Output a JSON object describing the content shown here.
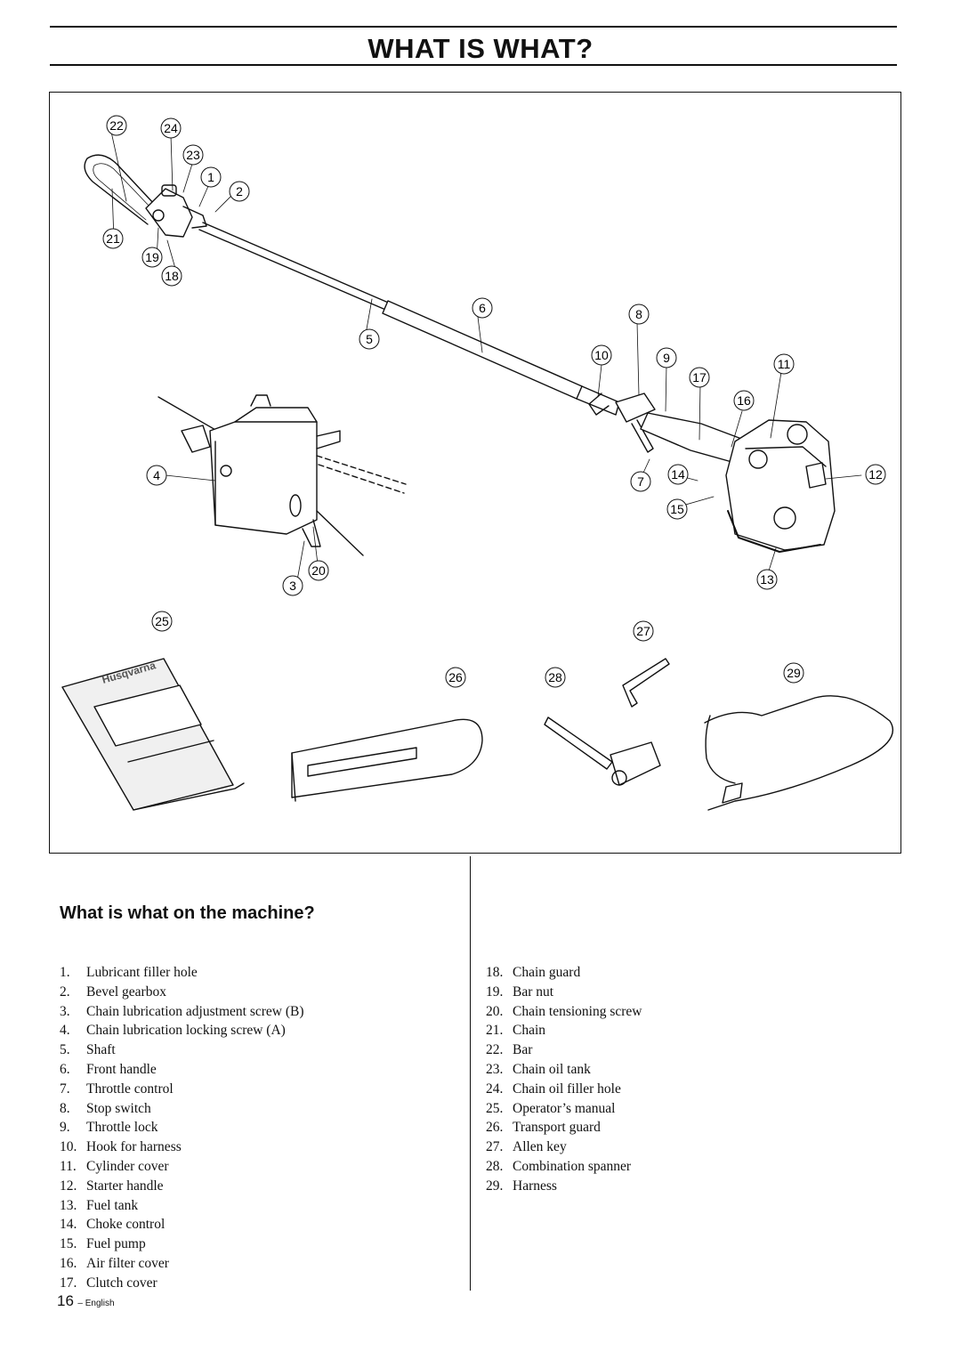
{
  "header": {
    "title": "WHAT IS WHAT?"
  },
  "figure": {
    "callouts": [
      "22",
      "24",
      "23",
      "1",
      "2",
      "21",
      "19",
      "18",
      "6",
      "8",
      "5",
      "10",
      "9",
      "11",
      "17",
      "16",
      "4",
      "7",
      "14",
      "12",
      "15",
      "3",
      "20",
      "13",
      "25",
      "27",
      "26",
      "28",
      "29"
    ],
    "manual_brand": "Husqvarna"
  },
  "section": {
    "heading": "What is what on the machine?"
  },
  "parts_left": [
    {
      "num": "1.",
      "label": "Lubricant filler hole"
    },
    {
      "num": "2.",
      "label": "Bevel gearbox"
    },
    {
      "num": "3.",
      "label": "Chain lubrication adjustment screw (B)"
    },
    {
      "num": "4.",
      "label": "Chain lubrication locking screw (A)"
    },
    {
      "num": "5.",
      "label": "Shaft"
    },
    {
      "num": "6.",
      "label": "Front handle"
    },
    {
      "num": "7.",
      "label": "Throttle control"
    },
    {
      "num": "8.",
      "label": "Stop switch"
    },
    {
      "num": "9.",
      "label": "Throttle lock"
    },
    {
      "num": "10.",
      "label": "Hook for harness"
    },
    {
      "num": "11.",
      "label": "Cylinder cover"
    },
    {
      "num": "12.",
      "label": "Starter handle"
    },
    {
      "num": "13.",
      "label": "Fuel tank"
    },
    {
      "num": "14.",
      "label": "Choke control"
    },
    {
      "num": "15.",
      "label": "Fuel pump"
    },
    {
      "num": "16.",
      "label": "Air filter cover"
    },
    {
      "num": "17.",
      "label": "Clutch cover"
    }
  ],
  "parts_right": [
    {
      "num": "18.",
      "label": "Chain guard"
    },
    {
      "num": "19.",
      "label": "Bar nut"
    },
    {
      "num": "20.",
      "label": "Chain tensioning screw"
    },
    {
      "num": "21.",
      "label": "Chain"
    },
    {
      "num": "22.",
      "label": "Bar"
    },
    {
      "num": "23.",
      "label": "Chain oil tank"
    },
    {
      "num": "24.",
      "label": "Chain oil filler hole"
    },
    {
      "num": "25.",
      "label": "Operator’s manual"
    },
    {
      "num": "26.",
      "label": "Transport guard"
    },
    {
      "num": "27.",
      "label": "Allen key"
    },
    {
      "num": "28.",
      "label": "Combination spanner"
    },
    {
      "num": "29.",
      "label": "Harness"
    }
  ],
  "footer": {
    "page_number": "16",
    "language": "– English"
  }
}
